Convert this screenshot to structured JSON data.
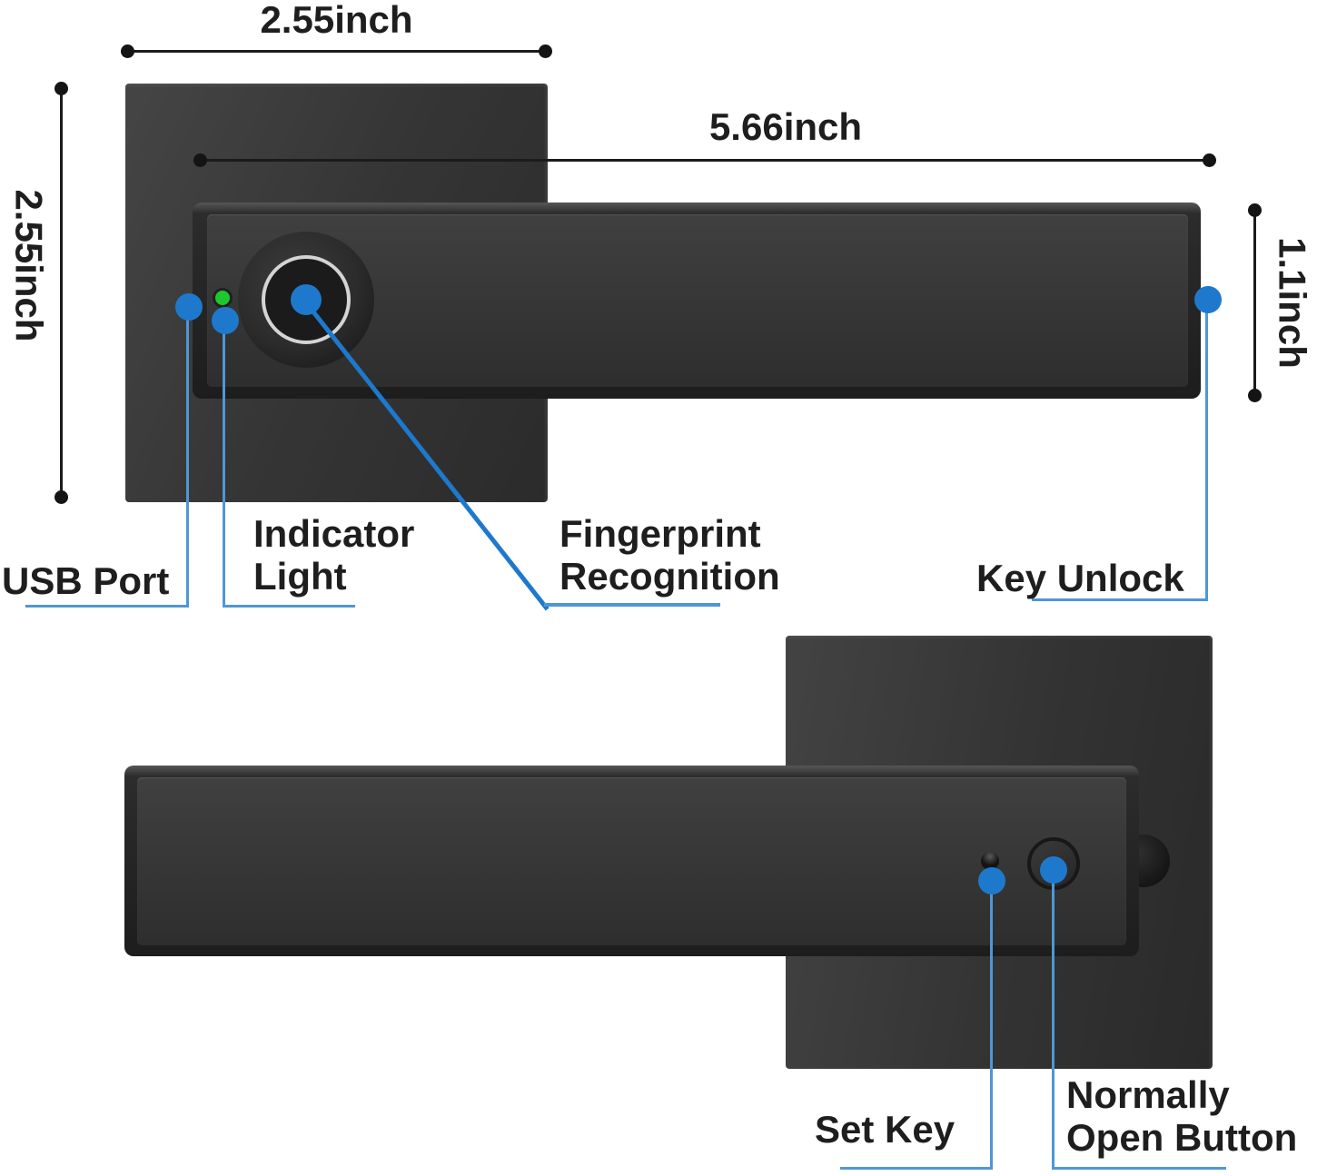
{
  "dimensions": {
    "plate_width": "2.55inch",
    "plate_height": "2.55inch",
    "lever_length": "5.66inch",
    "lever_height": "1.1inch"
  },
  "front_view": {
    "callouts": {
      "usb_port": "USB Port",
      "indicator_light_line1": "Indicator",
      "indicator_light_line2": "Light",
      "fingerprint_line1": "Fingerprint",
      "fingerprint_line2": "Recognition",
      "key_unlock": "Key Unlock"
    }
  },
  "back_view": {
    "callouts": {
      "set_key": "Set Key",
      "normally_open_line1": "Normally",
      "normally_open_line2": "Open Button"
    }
  },
  "colors": {
    "background": "#ffffff",
    "hardware_dark": "#1d1d1d",
    "hardware_face": "#383838",
    "dimension_ink": "#1b1b1b",
    "callout_dot_blue": "#1e79cc",
    "leader_line_blue": "#4e97d6",
    "led_green": "#1dc730",
    "fingerprint_ring_silver": "#d4d4d4"
  }
}
